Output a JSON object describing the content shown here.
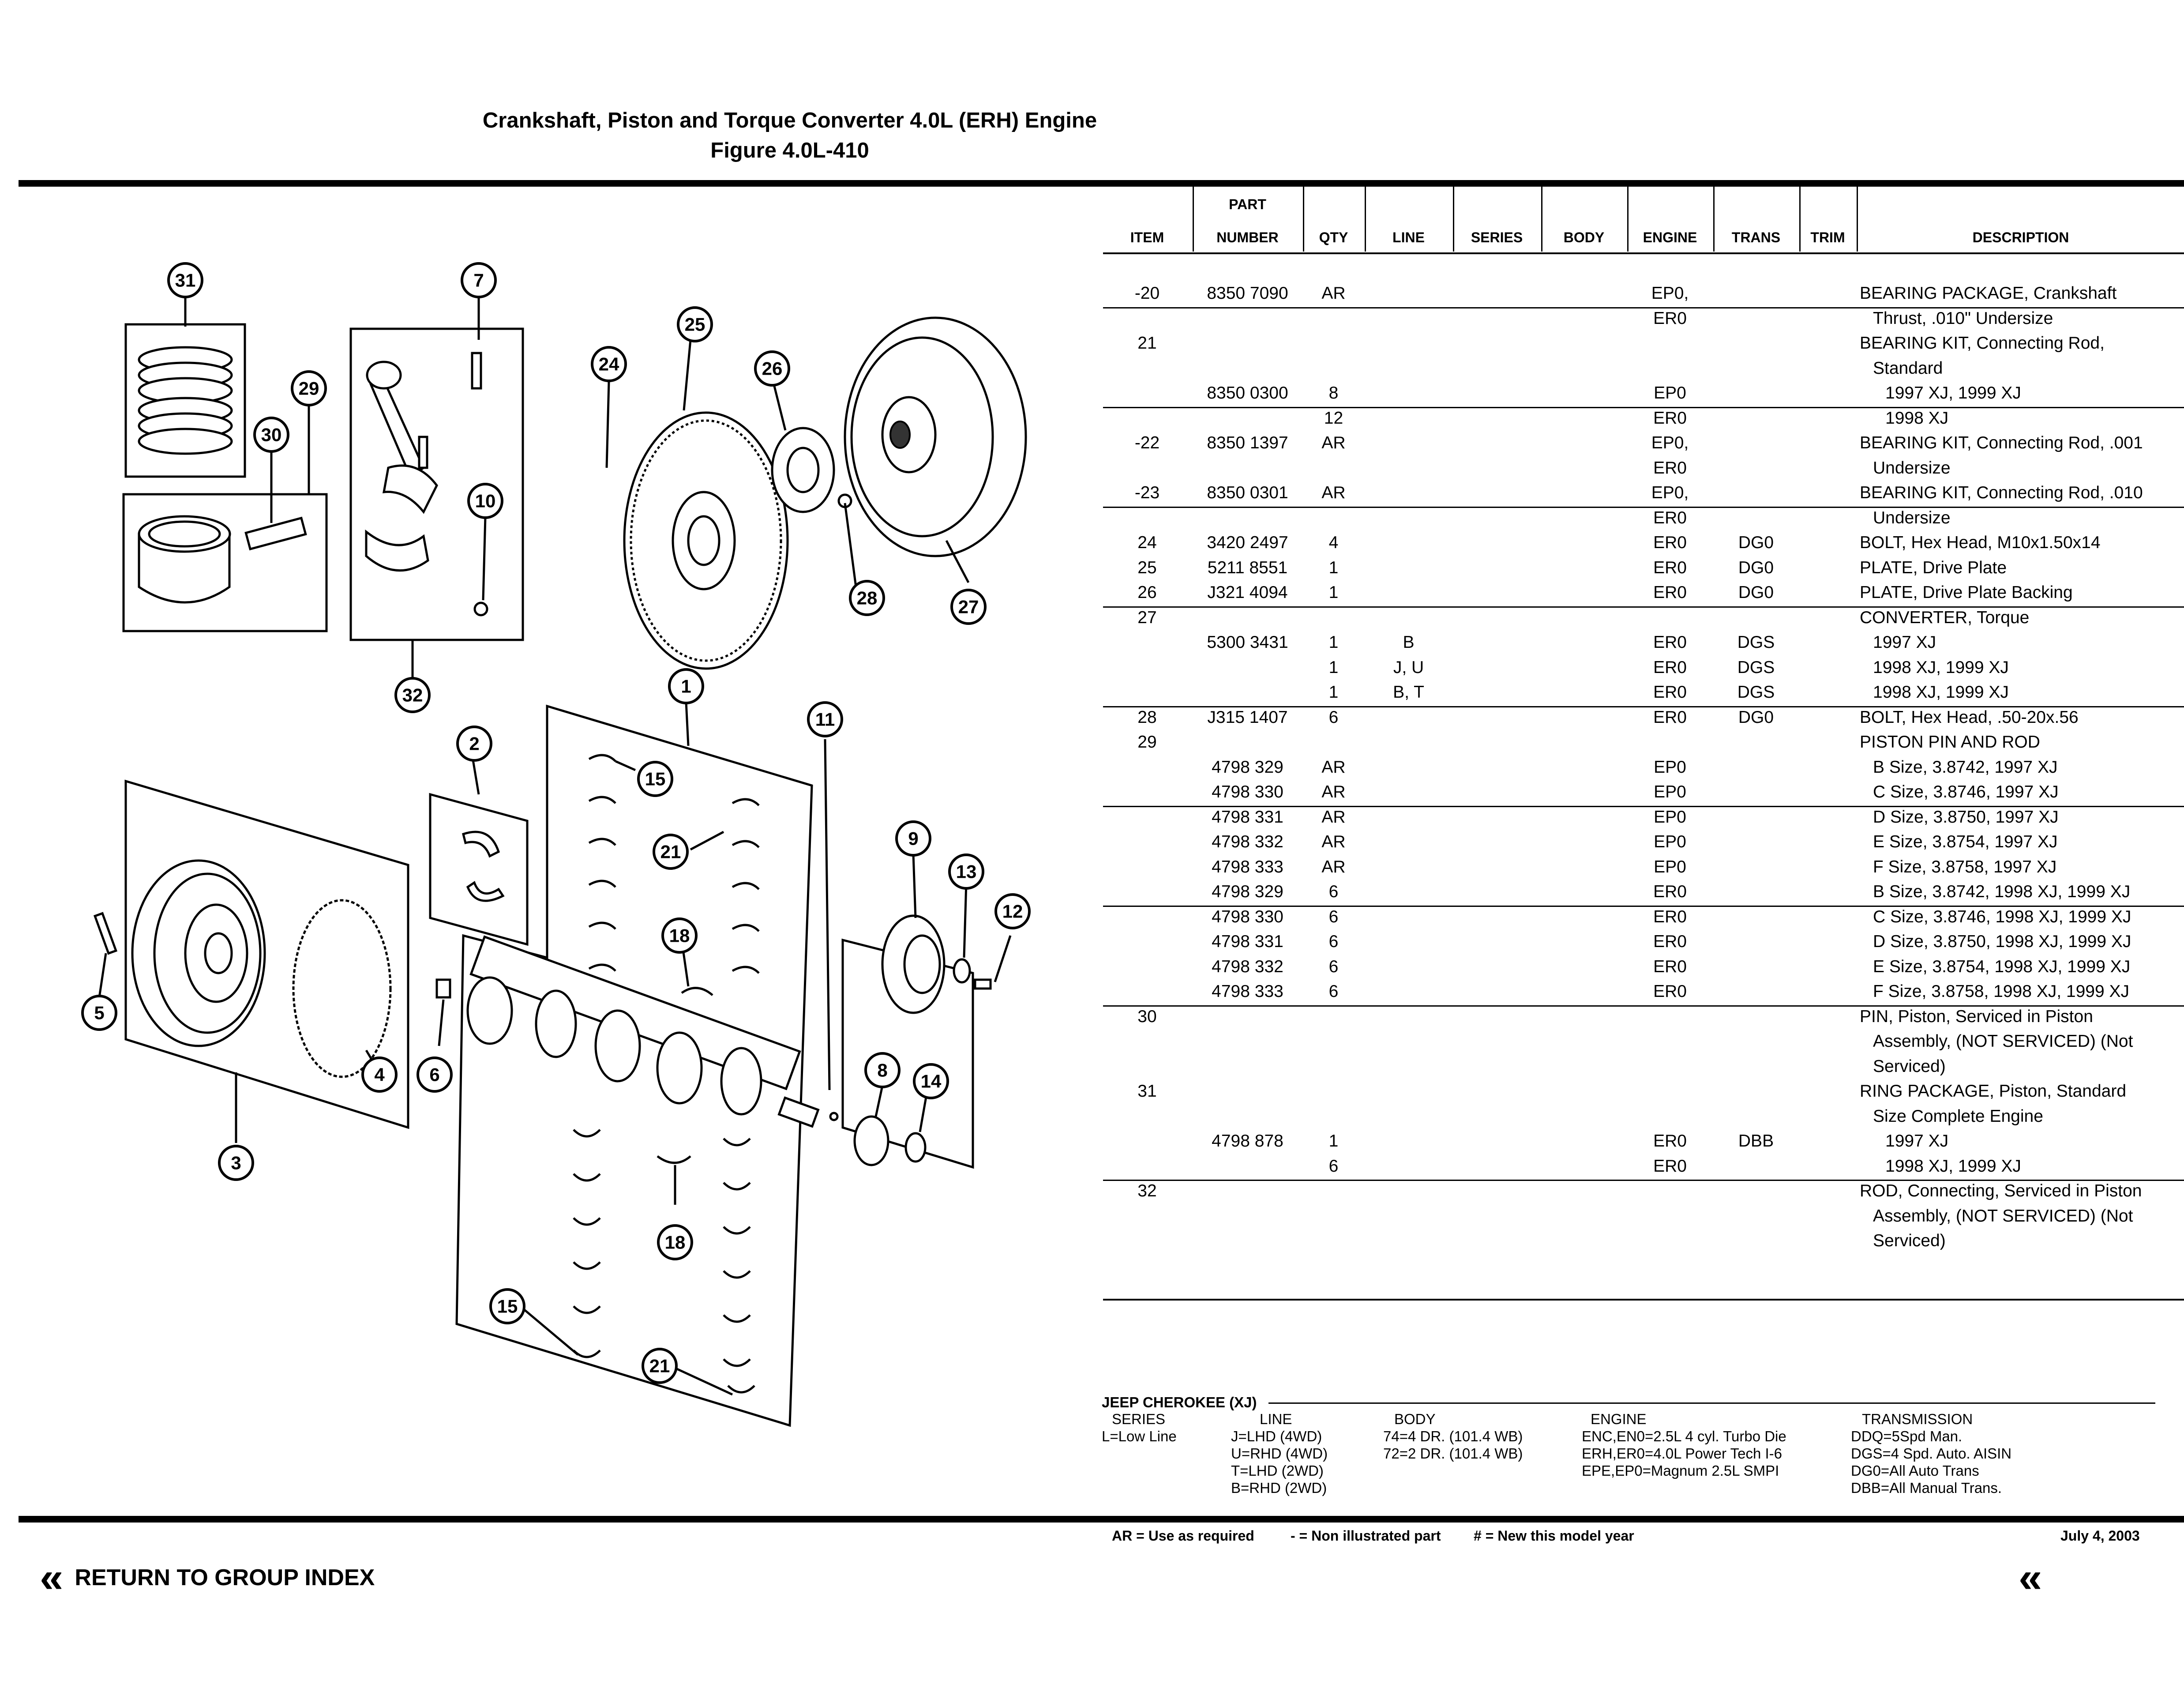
{
  "header": {
    "title": "Crankshaft, Piston and Torque Converter 4.0L (ERH) Engine",
    "figure": "Figure 4.0L-410"
  },
  "table": {
    "columns": [
      {
        "top": "",
        "bottom": "ITEM"
      },
      {
        "top": "PART",
        "bottom": "NUMBER"
      },
      {
        "top": "",
        "bottom": "QTY"
      },
      {
        "top": "",
        "bottom": "LINE"
      },
      {
        "top": "",
        "bottom": "SERIES"
      },
      {
        "top": "",
        "bottom": "BODY"
      },
      {
        "top": "",
        "bottom": "ENGINE"
      },
      {
        "top": "",
        "bottom": "TRANS"
      },
      {
        "top": "",
        "bottom": "TRIM"
      },
      {
        "top": "",
        "bottom": "DESCRIPTION"
      }
    ],
    "rows": [
      {
        "item": "-20",
        "part": "8350 7090",
        "qty": "AR",
        "line": "",
        "engine": "EP0,",
        "trans": "",
        "desc": "BEARING PACKAGE, Crankshaft",
        "rule": true
      },
      {
        "item": "",
        "part": "",
        "qty": "",
        "line": "",
        "engine": "ER0",
        "trans": "",
        "desc": "Thrust, .010\" Undersize",
        "indent": true
      },
      {
        "item": "21",
        "part": "",
        "qty": "",
        "line": "",
        "engine": "",
        "trans": "",
        "desc": "BEARING KIT, Connecting Rod,"
      },
      {
        "item": "",
        "part": "",
        "qty": "",
        "line": "",
        "engine": "",
        "trans": "",
        "desc": "Standard",
        "indent": true
      },
      {
        "item": "",
        "part": "8350 0300",
        "qty": "8",
        "line": "",
        "engine": "EP0",
        "trans": "",
        "desc": "1997 XJ, 1999 XJ",
        "indent2": true,
        "rule": true
      },
      {
        "item": "",
        "part": "",
        "qty": "12",
        "line": "",
        "engine": "ER0",
        "trans": "",
        "desc": "1998 XJ",
        "indent2": true
      },
      {
        "item": "-22",
        "part": "8350 1397",
        "qty": "AR",
        "line": "",
        "engine": "EP0,",
        "trans": "",
        "desc": "BEARING KIT, Connecting Rod, .001"
      },
      {
        "item": "",
        "part": "",
        "qty": "",
        "line": "",
        "engine": "ER0",
        "trans": "",
        "desc": "Undersize",
        "indent": true
      },
      {
        "item": "-23",
        "part": "8350 0301",
        "qty": "AR",
        "line": "",
        "engine": "EP0,",
        "trans": "",
        "desc": "BEARING KIT, Connecting Rod, .010",
        "rule": true
      },
      {
        "item": "",
        "part": "",
        "qty": "",
        "line": "",
        "engine": "ER0",
        "trans": "",
        "desc": "Undersize",
        "indent": true
      },
      {
        "item": "24",
        "part": "3420 2497",
        "qty": "4",
        "line": "",
        "engine": "ER0",
        "trans": "DG0",
        "desc": "BOLT, Hex Head, M10x1.50x14"
      },
      {
        "item": "25",
        "part": "5211 8551",
        "qty": "1",
        "line": "",
        "engine": "ER0",
        "trans": "DG0",
        "desc": "PLATE, Drive Plate"
      },
      {
        "item": "26",
        "part": "J321 4094",
        "qty": "1",
        "line": "",
        "engine": "ER0",
        "trans": "DG0",
        "desc": "PLATE, Drive Plate Backing",
        "rule": true
      },
      {
        "item": "27",
        "part": "",
        "qty": "",
        "line": "",
        "engine": "",
        "trans": "",
        "desc": "CONVERTER, Torque"
      },
      {
        "item": "",
        "part": "5300 3431",
        "qty": "1",
        "line": "B",
        "engine": "ER0",
        "trans": "DGS",
        "desc": "1997 XJ",
        "indent": true
      },
      {
        "item": "",
        "part": "",
        "qty": "1",
        "line": "J, U",
        "engine": "ER0",
        "trans": "DGS",
        "desc": "1998 XJ, 1999 XJ",
        "indent": true
      },
      {
        "item": "",
        "part": "",
        "qty": "1",
        "line": "B, T",
        "engine": "ER0",
        "trans": "DGS",
        "desc": "1998 XJ, 1999 XJ",
        "indent": true,
        "rule": true
      },
      {
        "item": "28",
        "part": "J315 1407",
        "qty": "6",
        "line": "",
        "engine": "ER0",
        "trans": "DG0",
        "desc": "BOLT, Hex Head, .50-20x.56"
      },
      {
        "item": "29",
        "part": "",
        "qty": "",
        "line": "",
        "engine": "",
        "trans": "",
        "desc": "PISTON PIN AND ROD"
      },
      {
        "item": "",
        "part": "4798 329",
        "qty": "AR",
        "line": "",
        "engine": "EP0",
        "trans": "",
        "desc": "B Size, 3.8742, 1997 XJ",
        "indent": true
      },
      {
        "item": "",
        "part": "4798 330",
        "qty": "AR",
        "line": "",
        "engine": "EP0",
        "trans": "",
        "desc": "C Size, 3.8746, 1997 XJ",
        "indent": true,
        "rule": true
      },
      {
        "item": "",
        "part": "4798 331",
        "qty": "AR",
        "line": "",
        "engine": "EP0",
        "trans": "",
        "desc": "D Size, 3.8750, 1997 XJ",
        "indent": true
      },
      {
        "item": "",
        "part": "4798 332",
        "qty": "AR",
        "line": "",
        "engine": "EP0",
        "trans": "",
        "desc": "E Size, 3.8754, 1997 XJ",
        "indent": true
      },
      {
        "item": "",
        "part": "4798 333",
        "qty": "AR",
        "line": "",
        "engine": "EP0",
        "trans": "",
        "desc": "F Size, 3.8758, 1997 XJ",
        "indent": true
      },
      {
        "item": "",
        "part": "4798 329",
        "qty": "6",
        "line": "",
        "engine": "ER0",
        "trans": "",
        "desc": "B Size, 3.8742, 1998 XJ, 1999 XJ",
        "indent": true,
        "rule": true
      },
      {
        "item": "",
        "part": "4798 330",
        "qty": "6",
        "line": "",
        "engine": "ER0",
        "trans": "",
        "desc": "C Size, 3.8746, 1998 XJ, 1999 XJ",
        "indent": true
      },
      {
        "item": "",
        "part": "4798 331",
        "qty": "6",
        "line": "",
        "engine": "ER0",
        "trans": "",
        "desc": "D Size, 3.8750, 1998 XJ, 1999 XJ",
        "indent": true
      },
      {
        "item": "",
        "part": "4798 332",
        "qty": "6",
        "line": "",
        "engine": "ER0",
        "trans": "",
        "desc": "E Size, 3.8754, 1998 XJ, 1999 XJ",
        "indent": true
      },
      {
        "item": "",
        "part": "4798 333",
        "qty": "6",
        "line": "",
        "engine": "ER0",
        "trans": "",
        "desc": "F Size, 3.8758, 1998 XJ, 1999 XJ",
        "indent": true,
        "rule": true
      },
      {
        "item": "30",
        "part": "",
        "qty": "",
        "line": "",
        "engine": "",
        "trans": "",
        "desc": "PIN, Piston, Serviced in Piston"
      },
      {
        "item": "",
        "part": "",
        "qty": "",
        "line": "",
        "engine": "",
        "trans": "",
        "desc": "Assembly, (NOT SERVICED) (Not",
        "indent": true
      },
      {
        "item": "",
        "part": "",
        "qty": "",
        "line": "",
        "engine": "",
        "trans": "",
        "desc": "Serviced)",
        "indent": true
      },
      {
        "item": "31",
        "part": "",
        "qty": "",
        "line": "",
        "engine": "",
        "trans": "",
        "desc": "RING PACKAGE, Piston, Standard"
      },
      {
        "item": "",
        "part": "",
        "qty": "",
        "line": "",
        "engine": "",
        "trans": "",
        "desc": "Size Complete Engine",
        "indent": true
      },
      {
        "item": "",
        "part": "4798 878",
        "qty": "1",
        "line": "",
        "engine": "ER0",
        "trans": "DBB",
        "desc": "1997 XJ",
        "indent2": true
      },
      {
        "item": "",
        "part": "",
        "qty": "6",
        "line": "",
        "engine": "ER0",
        "trans": "",
        "desc": "1998 XJ, 1999 XJ",
        "indent2": true,
        "rule": true
      },
      {
        "item": "32",
        "part": "",
        "qty": "",
        "line": "",
        "engine": "",
        "trans": "",
        "desc": "ROD, Connecting, Serviced in Piston"
      },
      {
        "item": "",
        "part": "",
        "qty": "",
        "line": "",
        "engine": "",
        "trans": "",
        "desc": "Assembly, (NOT SERVICED) (Not",
        "indent": true
      },
      {
        "item": "",
        "part": "",
        "qty": "",
        "line": "",
        "engine": "",
        "trans": "",
        "desc": "Serviced)",
        "indent": true
      }
    ]
  },
  "legend": {
    "heading": "JEEP CHEROKEE (XJ)",
    "series_title": "SERIES",
    "series": [
      "L=Low Line"
    ],
    "line_title": "LINE",
    "line": [
      "J=LHD (4WD)",
      "U=RHD (4WD)",
      "T=LHD (2WD)",
      "B=RHD (2WD)"
    ],
    "body_title": "BODY",
    "body": [
      "74=4 DR. (101.4 WB)",
      "72=2 DR. (101.4 WB)"
    ],
    "engine_title": "ENGINE",
    "engine": [
      "ENC,EN0=2.5L 4 cyl. Turbo Die",
      "ERH,ER0=4.0L Power Tech I-6",
      "EPE,EP0=Magnum 2.5L SMPI"
    ],
    "trans_title": "TRANSMISSION",
    "trans": [
      "DDQ=5Spd Man.",
      "DGS=4 Spd. Auto. AISIN",
      "DG0=All Auto Trans",
      "DBB=All Manual Trans."
    ]
  },
  "footer": {
    "note_ar": "AR = Use as required",
    "note_dash": "- = Non illustrated part",
    "note_new": "# = New this model year",
    "date": "July 4, 2003",
    "return_label": "RETURN TO GROUP INDEX",
    "return_arrow": "«",
    "right_arrow": "«"
  },
  "diagram": {
    "callouts": [
      "31",
      "7",
      "29",
      "30",
      "10",
      "32",
      "24",
      "25",
      "26",
      "27",
      "28",
      "1",
      "2",
      "11",
      "15",
      "21",
      "18",
      "9",
      "13",
      "12",
      "5",
      "4",
      "6",
      "3",
      "8",
      "14",
      "18",
      "15",
      "21"
    ]
  }
}
